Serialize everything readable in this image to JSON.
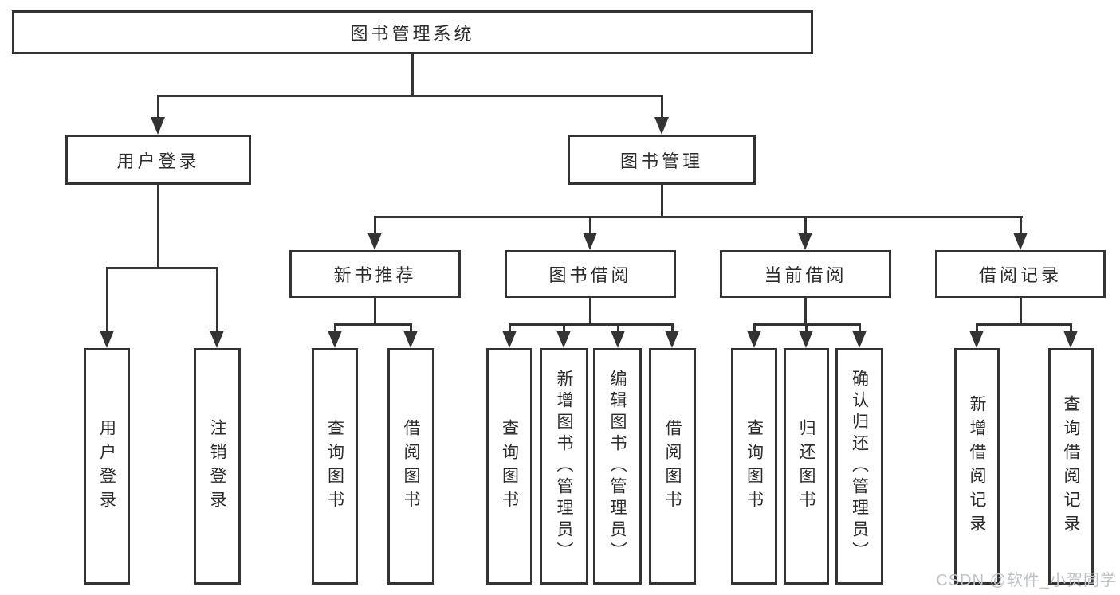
{
  "root": {
    "label": "图书管理系统"
  },
  "branches": {
    "user_login": {
      "label": "用户登录",
      "children": [
        "用户登录",
        "注销登录"
      ]
    },
    "book_mgmt": {
      "label": "图书管理"
    }
  },
  "modules": [
    {
      "label": "新书推荐",
      "children": [
        "查询图书",
        "借阅图书"
      ]
    },
    {
      "label": "图书借阅",
      "children": [
        "查询图书",
        "新增图书（管理员）",
        "编辑图书（管理员）",
        "借阅图书"
      ]
    },
    {
      "label": "当前借阅",
      "children": [
        "查询图书",
        "归还图书",
        "确认归还（管理员）"
      ]
    },
    {
      "label": "借阅记录",
      "children": [
        "新增借阅记录",
        "查询借阅记录"
      ]
    }
  ],
  "watermark": "CSDN @软件_小贺同学",
  "colors": {
    "line": "#333333",
    "text": "#2b2b2b",
    "background": "#ffffff",
    "watermark": "#bfc3c7"
  }
}
